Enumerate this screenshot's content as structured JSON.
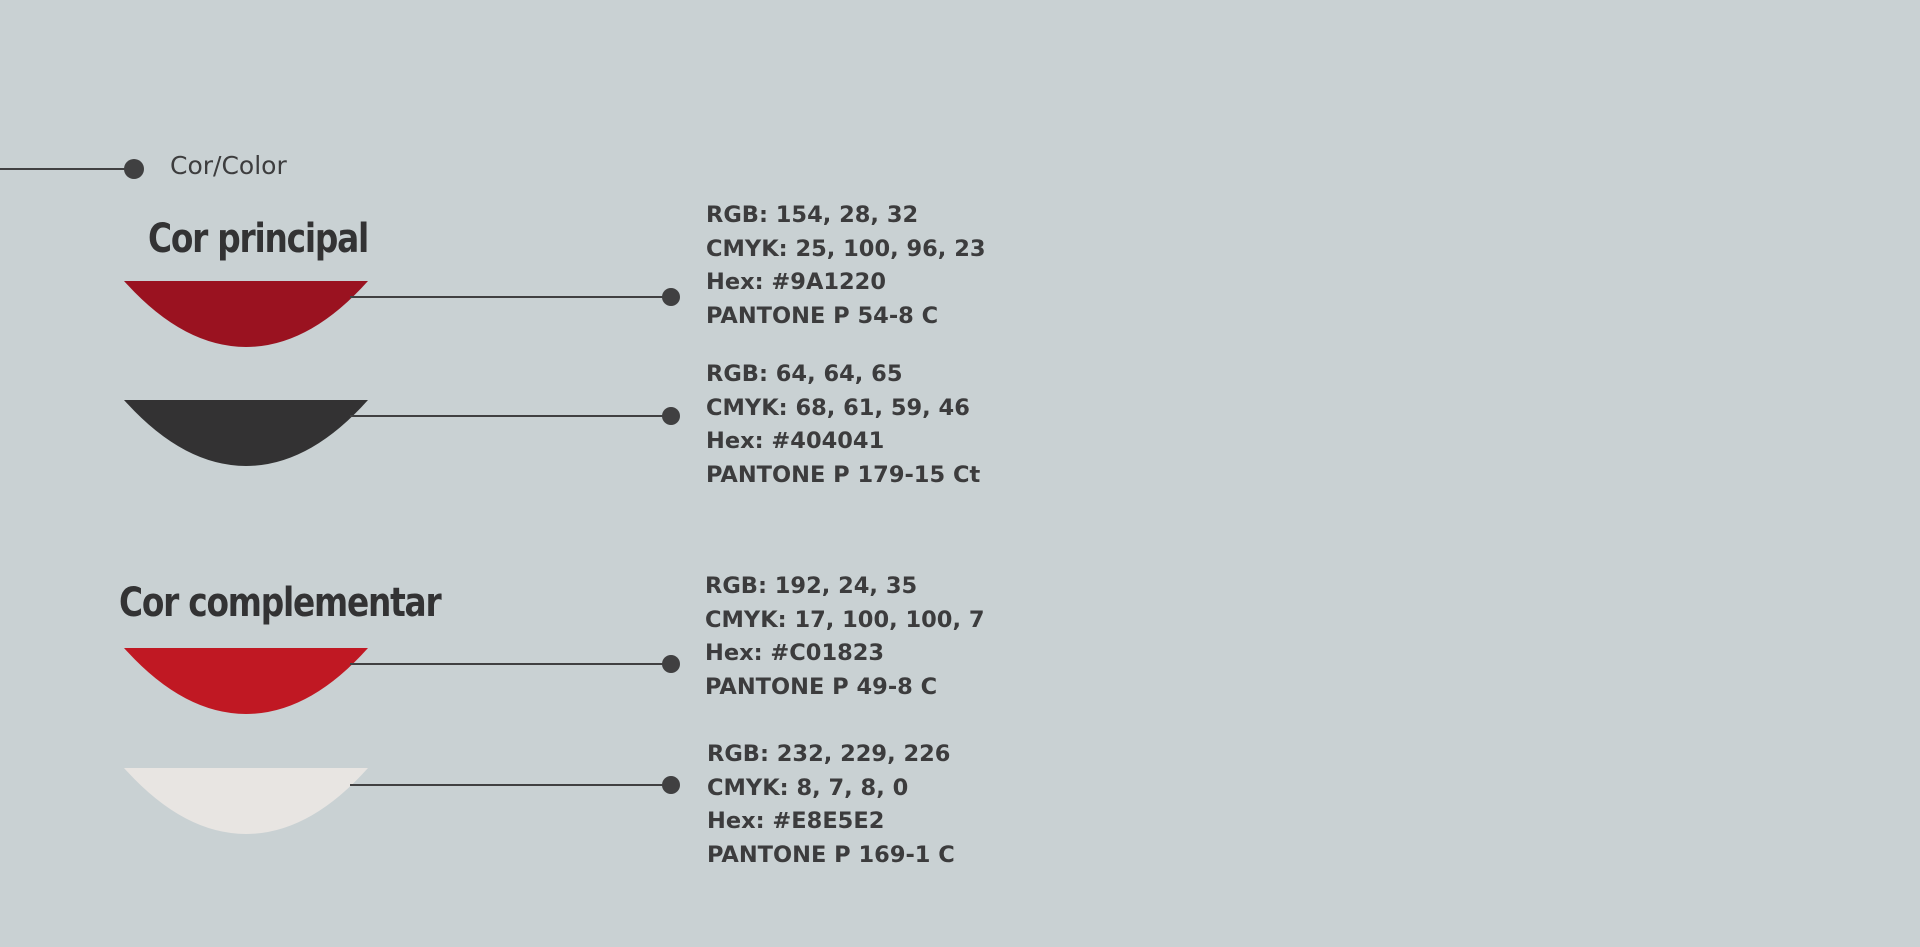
{
  "section": {
    "label": "Cor/Color"
  },
  "groups": [
    {
      "title": "Cor principal"
    },
    {
      "title": "Cor complementar"
    }
  ],
  "colors": [
    {
      "fill": "#9A1220",
      "rgb": "RGB: 154, 28, 32",
      "cmyk": "CMYK: 25, 100, 96, 23",
      "hex": "Hex: #9A1220",
      "pantone": "PANTONE P 54-8 C"
    },
    {
      "fill": "#333233",
      "rgb": "RGB: 64, 64, 65",
      "cmyk": "CMYK: 68, 61, 59, 46",
      "hex": "Hex: #404041",
      "pantone": "PANTONE P 179-15 Ct"
    },
    {
      "fill": "#C01823",
      "rgb": "RGB: 192, 24, 35",
      "cmyk": "CMYK: 17, 100, 100, 7",
      "hex": "Hex: #C01823",
      "pantone": "PANTONE P 49-8 C"
    },
    {
      "fill": "#E8E5E2",
      "rgb": "RGB: 232, 229, 226",
      "cmyk": "CMYK: 8, 7, 8, 0",
      "hex": "Hex: #E8E5E2",
      "pantone": "PANTONE P 169-1 C"
    }
  ]
}
